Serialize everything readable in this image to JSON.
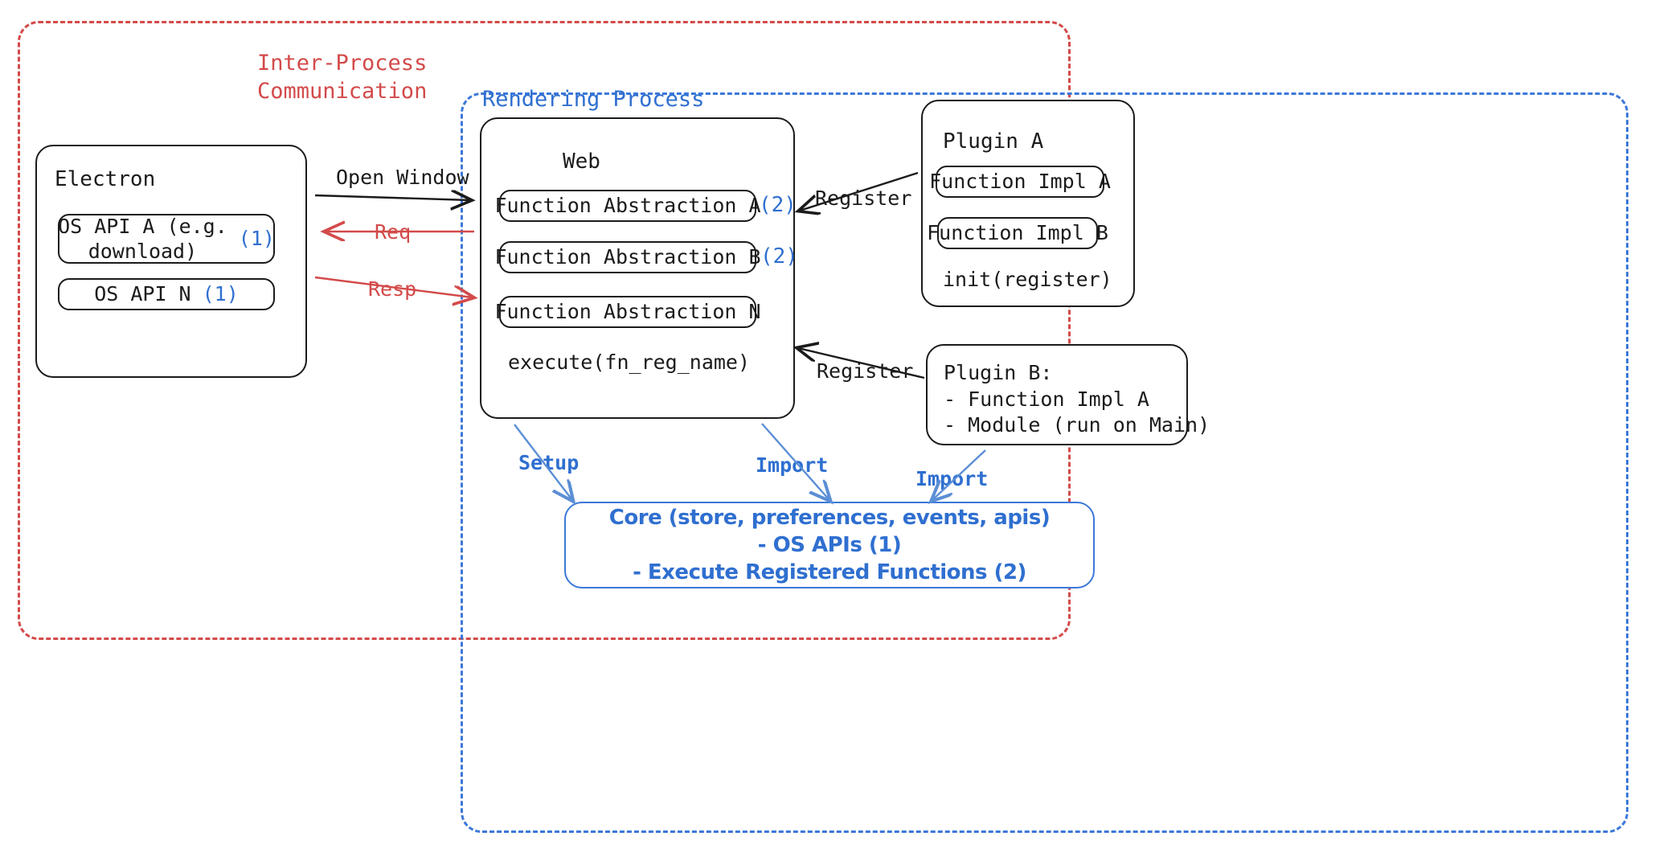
{
  "diagram": {
    "groups": {
      "ipc": {
        "label": "Inter-Process\nCommunication",
        "color": "#d34a4a"
      },
      "rendering": {
        "label": "Rendering Process",
        "color": "#2f6fd0"
      }
    },
    "electron": {
      "title": "Electron",
      "apis": [
        {
          "label": "OS API A (e.g.\ndownload)",
          "marker": "(1)"
        },
        {
          "label": "OS API N",
          "marker": "(1)"
        }
      ]
    },
    "web": {
      "title": "Web",
      "abstractions": [
        {
          "label": "Function Abstraction A",
          "marker": "(2)"
        },
        {
          "label": "Function Abstraction B",
          "marker": "(2)"
        },
        {
          "label": "Function Abstraction N",
          "marker": ""
        }
      ],
      "execute": "execute(fn_reg_name)"
    },
    "plugin_a": {
      "title": "Plugin A",
      "functions": [
        "Function Impl A",
        "Function Impl B"
      ],
      "init": "init(register)"
    },
    "plugin_b": {
      "text": "Plugin B:\n- Function Impl A\n- Module (run on Main)"
    },
    "core": {
      "text": "Core (store, preferences, events, apis)\n- OS APIs (1)\n- Execute Registered Functions (2)",
      "color": "#2f6fd0"
    },
    "connectors": {
      "open_window": "Open Window",
      "req": "Req",
      "resp": "Resp",
      "register_plugin_a": "Register",
      "register_plugin_b": "Register",
      "setup": "Setup",
      "import_web": "Import",
      "import_plugin_b": "Import"
    },
    "colors": {
      "red": "#d34a4a",
      "blue": "#2f6fd0",
      "black": "#1b1b1b"
    }
  }
}
